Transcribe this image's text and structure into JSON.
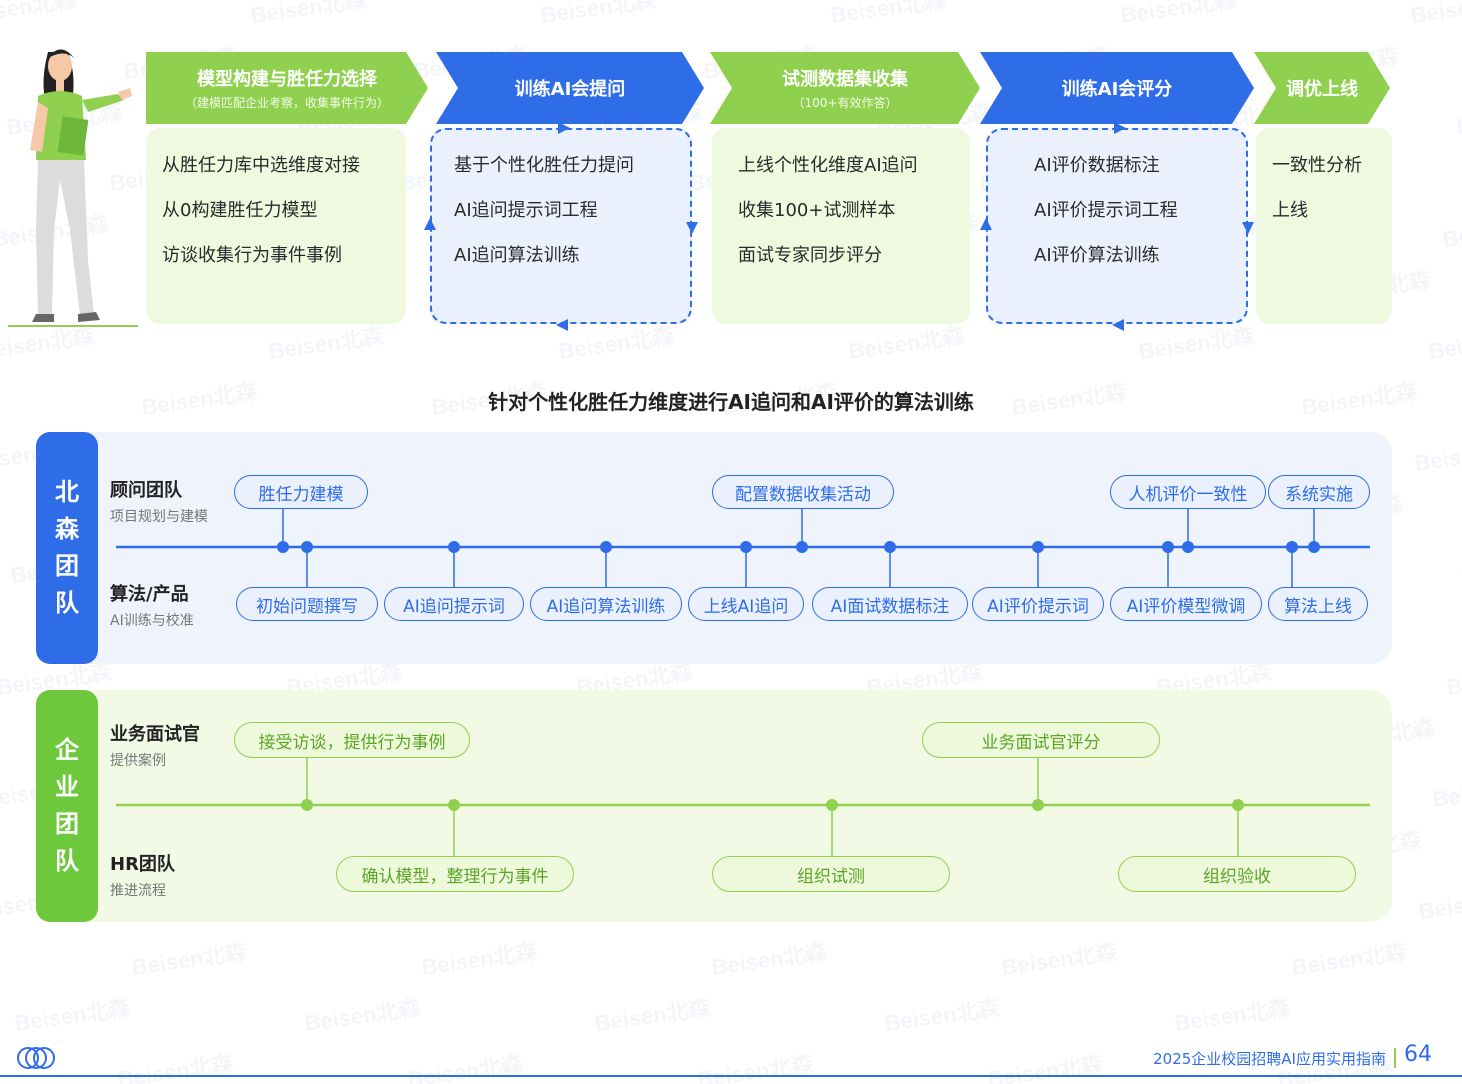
{
  "stages": [
    {
      "title": "模型构建与胜任力选择",
      "subtitle": "（建模匹配企业考察，收集事件行为）",
      "color": "green"
    },
    {
      "title": "训练AI会提问",
      "subtitle": "",
      "color": "blue"
    },
    {
      "title": "试测数据集收集",
      "subtitle": "（100+有效作答）",
      "color": "green"
    },
    {
      "title": "训练AI会评分",
      "subtitle": "",
      "color": "blue"
    },
    {
      "title": "调优上线",
      "subtitle": "",
      "color": "green"
    }
  ],
  "panels": [
    {
      "items": [
        "从胜任力库中选维度对接",
        "从0构建胜任力模型",
        "访谈收集行为事件事例"
      ]
    },
    {
      "items": [
        "基于个性化胜任力提问",
        "AI追问提示词工程",
        "AI追问算法训练"
      ]
    },
    {
      "items": [
        "上线个性化维度AI追问",
        "收集100+试测样本",
        "面试专家同步评分"
      ]
    },
    {
      "items": [
        "AI评价数据标注",
        "AI评价提示词工程",
        "AI评价算法训练"
      ]
    },
    {
      "items": [
        "一致性分析",
        "上线"
      ]
    }
  ],
  "middle_title": "针对个性化胜任力维度进行AI追问和AI评价的算法训练",
  "beisen_team": {
    "label": "北森团队",
    "role_top": {
      "name": "顾问团队",
      "desc": "项目规划与建模"
    },
    "role_bottom": {
      "name": "算法/产品",
      "desc": "AI训练与校准"
    },
    "top_pills": [
      "胜任力建模",
      "配置数据收集活动",
      "人机评价一致性",
      "系统实施"
    ],
    "bottom_pills": [
      "初始问题撰写",
      "AI追问提示词",
      "AI追问算法训练",
      "上线AI追问",
      "AI面试数据标注",
      "AI评价提示词",
      "AI评价模型微调",
      "算法上线"
    ]
  },
  "enterprise_team": {
    "label": "企业团队",
    "role_top": {
      "name": "业务面试官",
      "desc": "提供案例"
    },
    "role_bottom": {
      "name": "HR团队",
      "desc": "推进流程"
    },
    "top_pills": [
      "接受访谈，提供行为事例",
      "业务面试官评分"
    ],
    "bottom_pills": [
      "确认模型，整理行为事件",
      "组织试测",
      "组织验收"
    ]
  },
  "watermark_text": "Beisen北森",
  "footer": {
    "text": "2025企业校园招聘AI应用实用指南",
    "page": "64"
  },
  "colors": {
    "blue": "#2f6de8",
    "green": "#8fd14f",
    "light_blue": "#eaf1fd",
    "light_green": "#eef9e0"
  }
}
